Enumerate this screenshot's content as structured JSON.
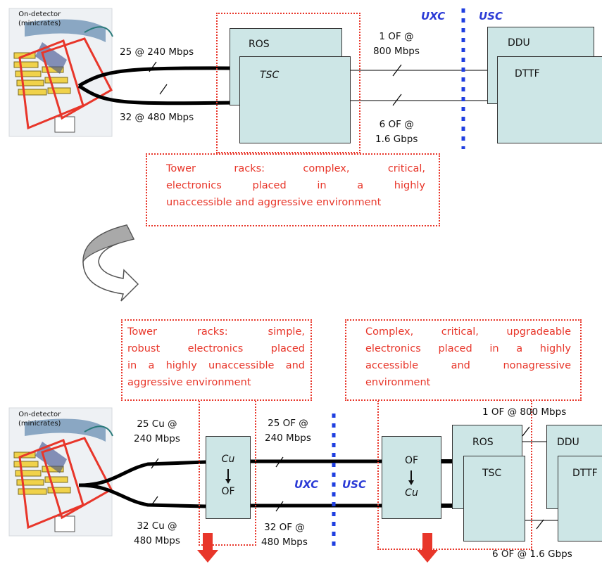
{
  "top": {
    "detector_label": "On-detector\n(minicrates)",
    "link1": "25 @ 240 Mbps",
    "link2": "32 @ 480 Mbps",
    "ros": "ROS",
    "tsc": "TSC",
    "of1": "1 OF @\n800 Mbps",
    "of2": "6 OF @\n1.6 Gbps",
    "uxc": "UXC",
    "usc": "USC",
    "ddu": "DDU",
    "dttf": "DTTF",
    "note_lines": [
      "Tower racks: complex, critical,",
      "electronics placed in a highly",
      "unaccessible and aggressive environment"
    ]
  },
  "bottom": {
    "detector_label": "On-detector\n(minicrates)",
    "note_left_lines": [
      "Tower racks: simple,",
      "robust electronics placed",
      "in a highly unaccessible and",
      "aggressive environment"
    ],
    "note_right_lines": [
      "Complex, critical, upgradeable",
      "electronics placed in a highly",
      "accessible and nonagressive",
      "environment"
    ],
    "cu1": "25 Cu @\n240 Mbps",
    "cu2": "32 Cu @\n480 Mbps",
    "conv1_top": "Cu",
    "conv1_bottom": "OF",
    "of_a": "25 OF @\n240 Mbps",
    "of_b": "32 OF @\n480 Mbps",
    "uxc": "UXC",
    "usc": "USC",
    "conv2_top": "OF",
    "conv2_bottom": "Cu",
    "of1": "1 OF @ 800 Mbps",
    "of2": "6 OF @ 1.6 Gbps",
    "ros": "ROS",
    "tsc": "TSC",
    "ddu": "DDU",
    "dttf": "DTTF"
  },
  "colors": {
    "note_red": "#e8362a",
    "zone_blue": "#2b3bd6",
    "box_fill": "#cde6e6"
  }
}
